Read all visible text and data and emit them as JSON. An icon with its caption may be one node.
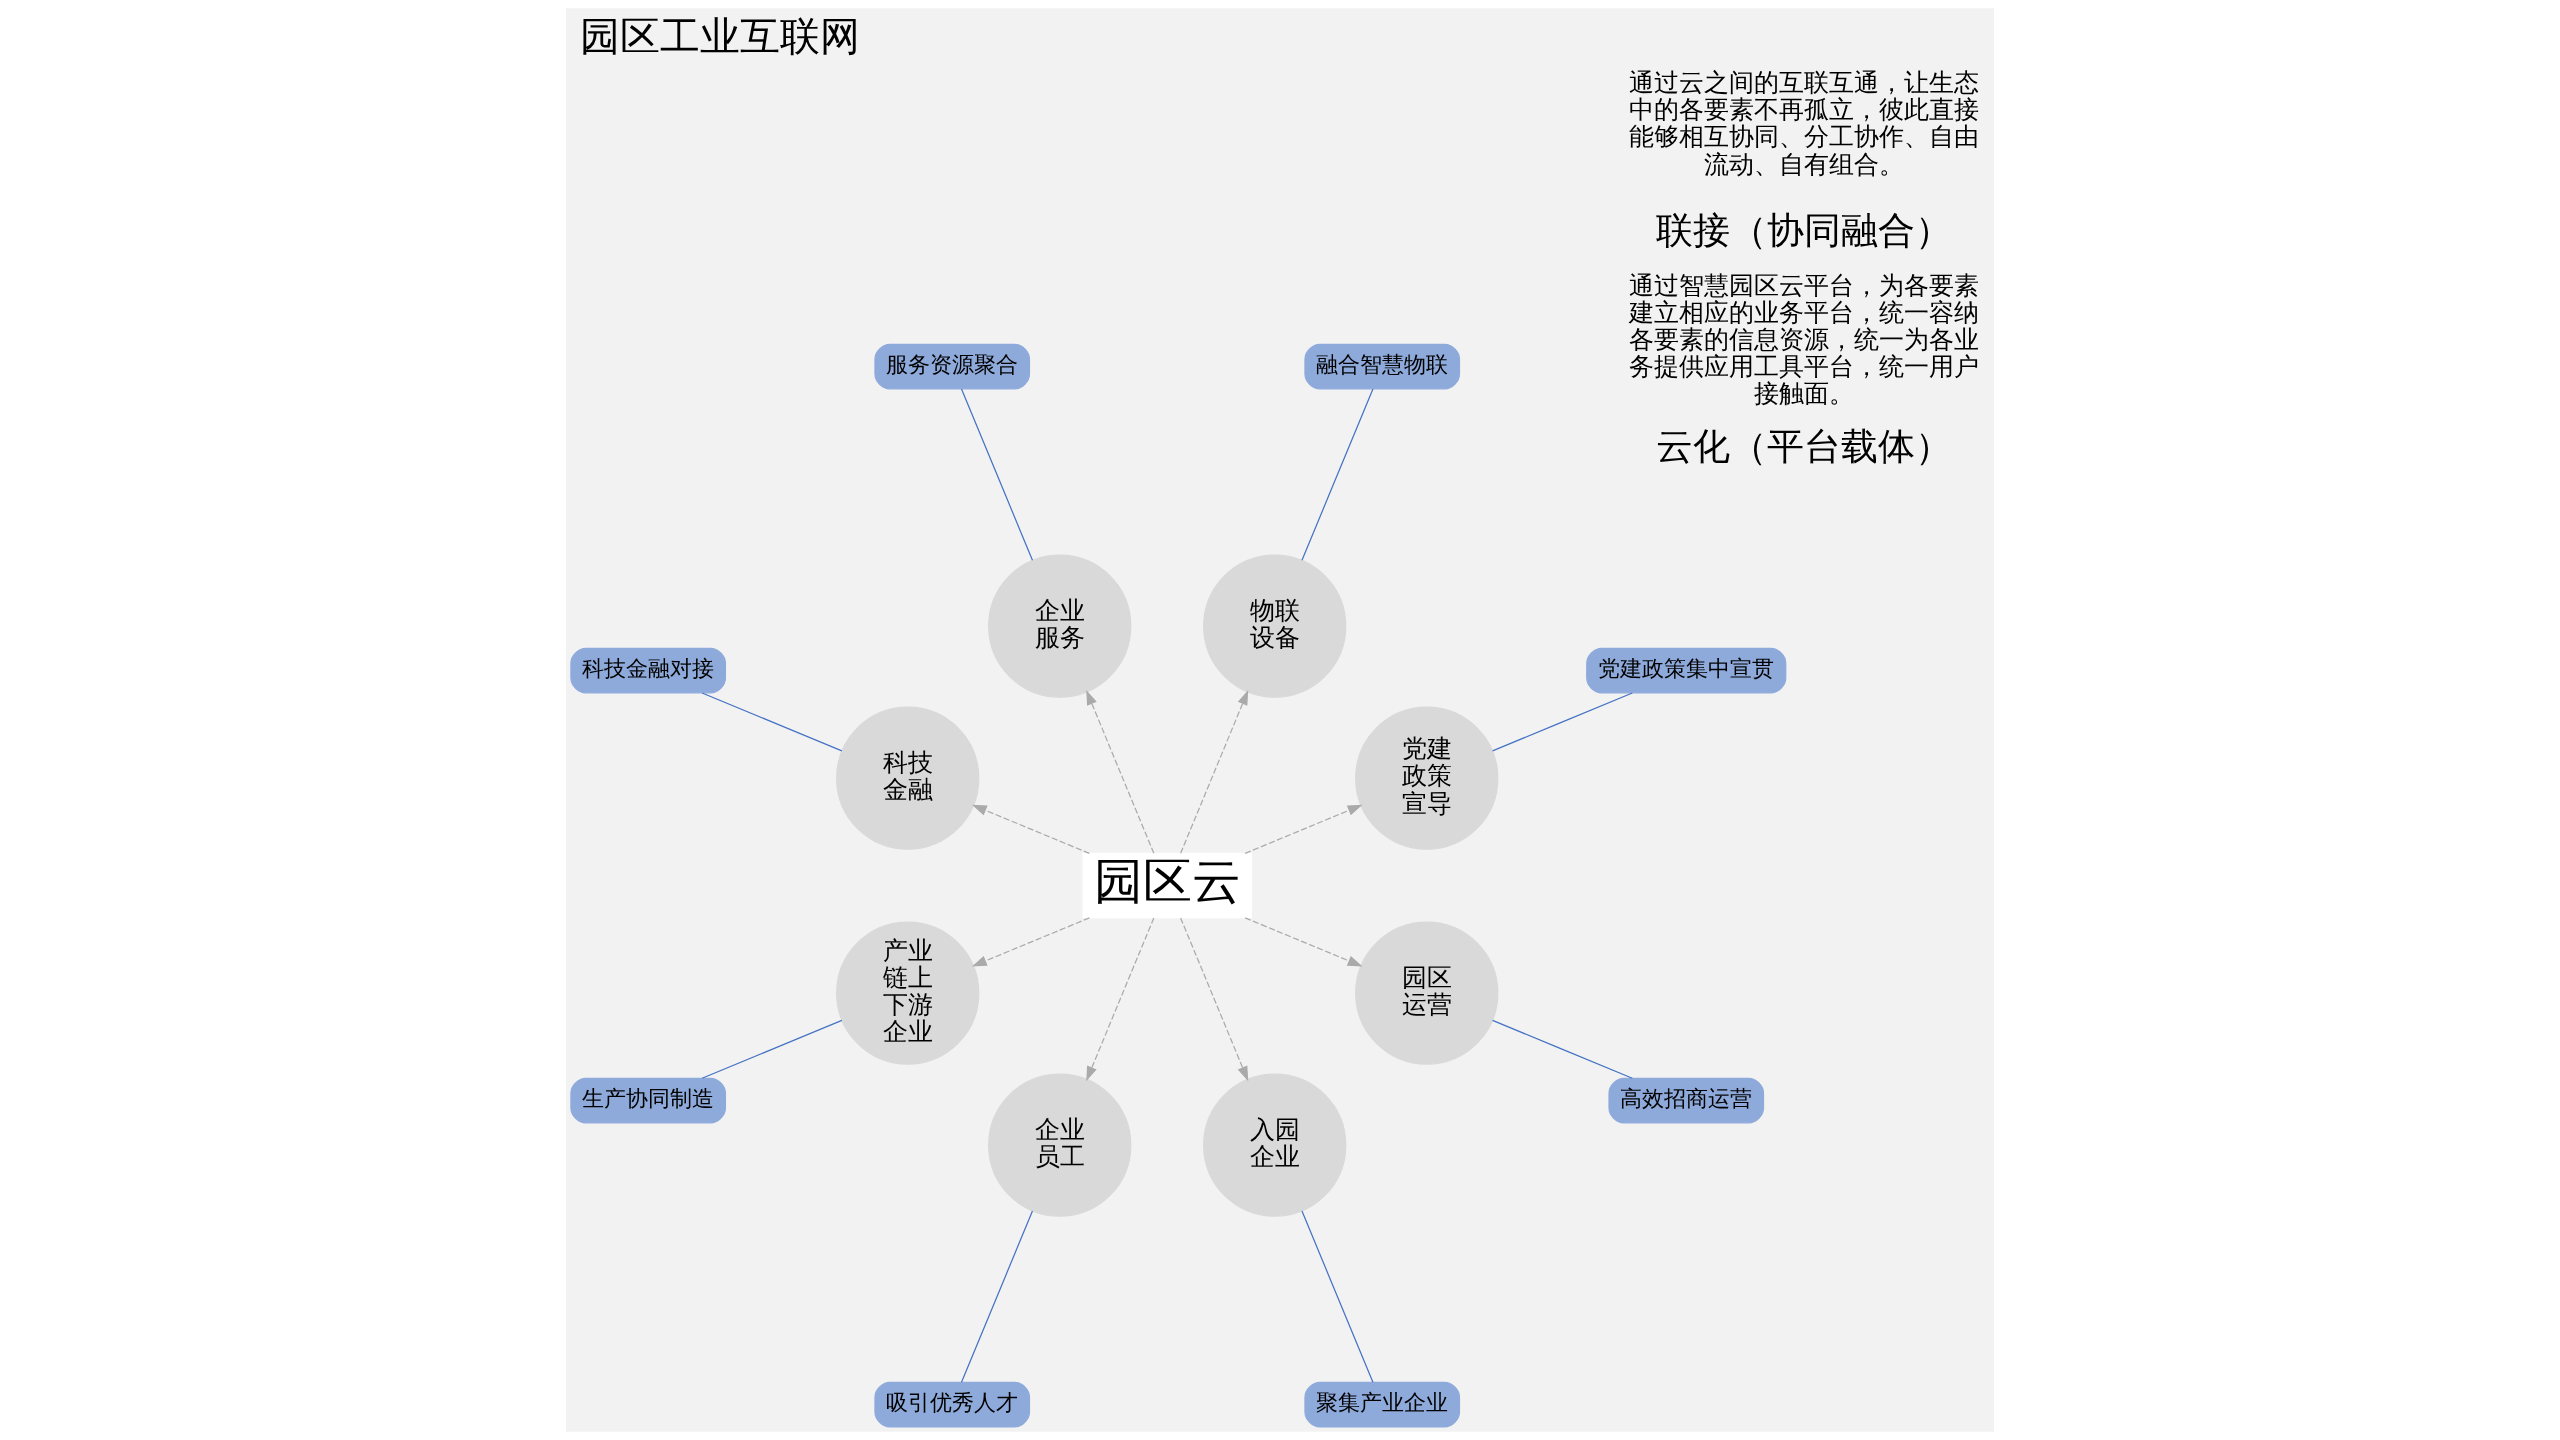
{
  "diagram": {
    "title": "园区工业互联网",
    "nodes": [
      {
        "text": [
          "园区云"
        ]
      },
      {
        "text": [
          "党建政策宣导"
        ]
      },
      {
        "text": [
          "物联设备"
        ]
      },
      {
        "text": [
          "企业服务"
        ]
      },
      {
        "text": [
          "科技金融"
        ]
      },
      {
        "text": [
          "产业链上下游企业"
        ]
      },
      {
        "text": [
          "企业员工"
        ]
      },
      {
        "text": [
          "入园企业"
        ]
      },
      {
        "text": [
          "园区运营"
        ]
      },
      {
        "text": [
          "党建政策集中宣贯"
        ]
      },
      {
        "text": [
          "融合智慧物联"
        ]
      },
      {
        "text": [
          "服务资源聚合"
        ]
      },
      {
        "text": [
          "科技金融对接"
        ]
      },
      {
        "text": [
          "生产协同制造"
        ]
      },
      {
        "text": [
          "吸引优秀人才"
        ]
      },
      {
        "text": [
          "聚集产业企业"
        ]
      },
      {
        "text": [
          "高效招商运营"
        ]
      }
    ],
    "edges": [
      {
        "from": 0,
        "to": 1,
        "arrow": "to",
        "style": "dashed"
      },
      {
        "from": 0,
        "to": 2,
        "arrow": "to",
        "style": "dashed"
      },
      {
        "from": 0,
        "to": 3,
        "arrow": "to",
        "style": "dashed"
      },
      {
        "from": 0,
        "to": 4,
        "arrow": "to",
        "style": "dashed"
      },
      {
        "from": 0,
        "to": 5,
        "arrow": "to",
        "style": "dashed"
      },
      {
        "from": 0,
        "to": 6,
        "arrow": "to",
        "style": "dashed"
      },
      {
        "from": 0,
        "to": 7,
        "arrow": "to",
        "style": "dashed"
      },
      {
        "from": 0,
        "to": 8,
        "arrow": "to",
        "style": "dashed"
      },
      {
        "from": 1,
        "to": 9,
        "arrow": "none",
        "color": "#4472c4"
      },
      {
        "from": 2,
        "to": 10,
        "arrow": "none",
        "color": "#4472c4"
      },
      {
        "from": 3,
        "to": 11,
        "arrow": "none",
        "color": "#4472c4"
      },
      {
        "from": 4,
        "to": 12,
        "arrow": "none",
        "color": "#4472c4"
      },
      {
        "from": 5,
        "to": 13,
        "arrow": "none",
        "color": "#4472c4"
      },
      {
        "from": 6,
        "to": 14,
        "arrow": "none",
        "color": "#4472c4"
      },
      {
        "from": 7,
        "to": 15,
        "arrow": "none",
        "color": "#4472c4"
      },
      {
        "from": 8,
        "to": 16,
        "arrow": "none",
        "color": "#4472c4"
      }
    ],
    "labels": [
      "云化（平台载体）",
      "通过智慧园区云平台，为各要素建立相应的业务平台，统一容纳各要素的信息资源，统一为各业务提供应用工具平台，统一用户接触面。",
      "联接（协同融合）",
      "通过云之间的互联互通，让生态中的各要素不再孤立，彼此直接能够相互协同、分工协作、自由流动、自有组合。"
    ]
  }
}
